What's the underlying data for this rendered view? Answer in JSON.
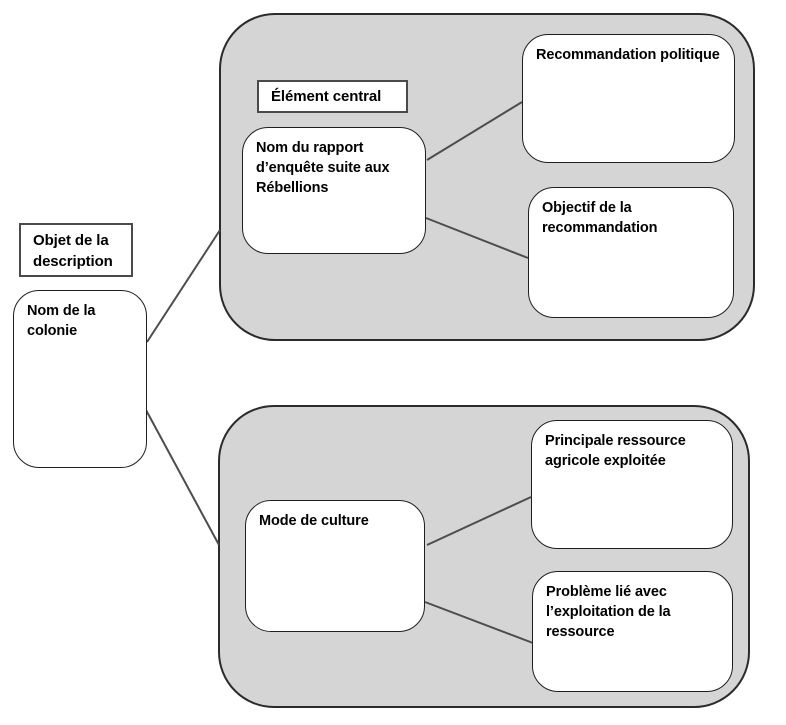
{
  "colors": {
    "container_fill": "#d5d5d5",
    "container_border": "#2b2b2b",
    "box_fill": "#ffffff",
    "box_border": "#1f1f1f",
    "label_border": "#4a4a4a",
    "line_color": "#4d4d4d"
  },
  "nodes": {
    "object_label": "Objet de la description",
    "colony": "Nom de la colonie",
    "central_label": "Élément central",
    "report": "Nom du rapport d’enquête suite aux Rébellions",
    "recommendation": "Recommandation politique",
    "objective": "Objectif de la recommandation",
    "culture": "Mode de culture",
    "resource": "Principale ressource agricole exploitée",
    "problem": "Problème lié avec l’exploitation de la ressource"
  },
  "edges": [
    {
      "from": "colony",
      "to": "central-group"
    },
    {
      "from": "colony",
      "to": "culture-group"
    },
    {
      "from": "report",
      "to": "recommendation"
    },
    {
      "from": "report",
      "to": "objective"
    },
    {
      "from": "culture",
      "to": "resource"
    },
    {
      "from": "culture",
      "to": "problem"
    }
  ]
}
